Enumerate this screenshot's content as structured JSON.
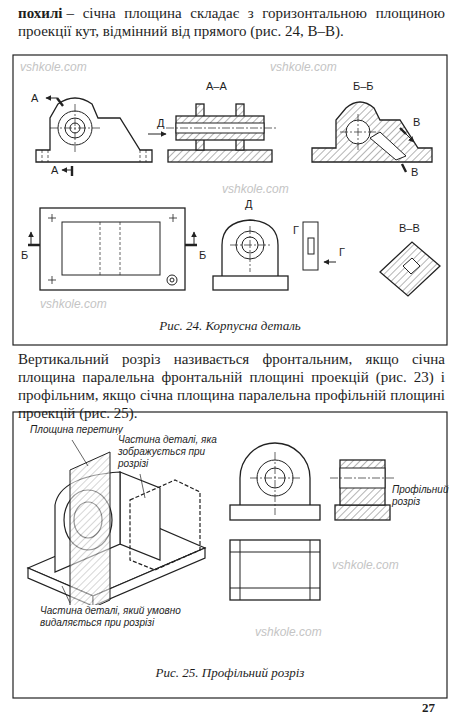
{
  "diagram": {
    "labels": [
      "похилі",
      "– січна площина складає з горизонтальною площиною проекції кут, відмінний від прямого (рис. 24, В–В).",
      "А",
      "А–А",
      "Б–Б",
      "В",
      "Д",
      "А",
      "В",
      "Д",
      "Г",
      "Г",
      "В–В",
      "Б",
      "Б",
      "Рис. 24. Корпусна деталь",
      "Вертикальний розріз називається фронтальним, якщо січна площина паралельна фронтальній площині проекцій (рис. 23) і профільним, якщо січна площина паралельна профільній площині проекцій (рис. 25).",
      "Площина перетину",
      "Частина деталі, яка зображується при розрізі",
      "Профільний розріз",
      "Частина деталі, який умовно видаляється при розрізі",
      "Рис. 25. Профільний розріз",
      "27",
      "vshkole.com",
      "vshkole.com",
      "vshkole.com",
      "vshkole.com",
      "vshkole.com",
      "vshkole.com"
    ]
  }
}
